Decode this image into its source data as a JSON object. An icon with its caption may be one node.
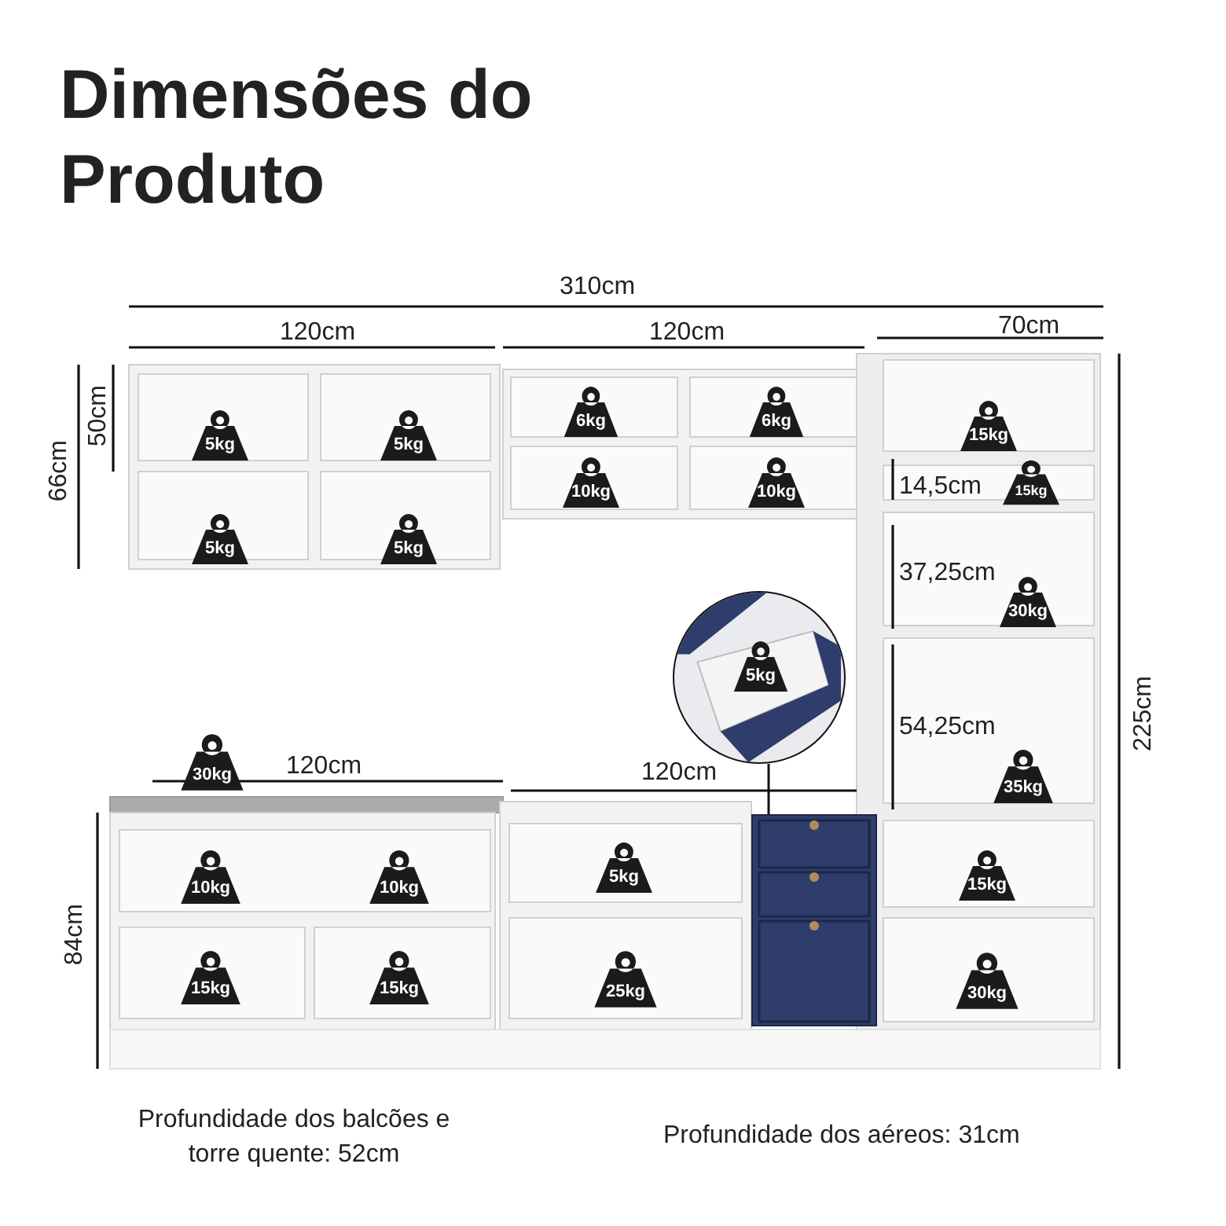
{
  "diagram": {
    "title": "Dimensões do Produto",
    "nodes": [
      {
        "text": [
          "5kg"
        ]
      },
      {
        "text": [
          "5kg"
        ]
      },
      {
        "text": [
          "6kg"
        ]
      },
      {
        "text": [
          "6kg"
        ]
      },
      {
        "text": [
          "15kg"
        ]
      },
      {
        "text": [
          "10kg"
        ]
      },
      {
        "text": [
          "10kg"
        ]
      },
      {
        "text": [
          "15kg"
        ]
      },
      {
        "text": [
          "5kg"
        ]
      },
      {
        "text": [
          "5kg"
        ]
      },
      {
        "text": [
          "30kg"
        ]
      },
      {
        "text": [],
        "shape": "circle"
      },
      {
        "text": [
          "5kg"
        ],
        "in": 11
      },
      {
        "text": [
          "35kg"
        ]
      },
      {
        "text": [
          "30kg"
        ]
      },
      {
        "text": [],
        "shape": "box"
      },
      {
        "text": [
          "10kg"
        ]
      },
      {
        "text": [
          "10kg"
        ]
      },
      {
        "text": [
          "5kg"
        ]
      },
      {
        "text": [
          "15kg"
        ]
      },
      {
        "text": [
          "15kg"
        ]
      },
      {
        "text": [
          "15kg"
        ]
      },
      {
        "text": [
          "25kg"
        ]
      },
      {
        "text": [
          "30kg"
        ]
      }
    ],
    "edges": [
      {
        "from": 11,
        "to": 15,
        "arrow": "none"
      }
    ],
    "labels": [
      "310cm",
      "120cm",
      "120cm",
      "70cm",
      "66cm",
      "50cm",
      "14,5cm",
      "37,25cm",
      "54,25cm",
      "225cm",
      "120cm",
      "120cm",
      "84cm",
      "Profundidade dos balcões e torre quente: 52cm",
      "Profundidade dos aéreos: 31cm"
    ]
  }
}
